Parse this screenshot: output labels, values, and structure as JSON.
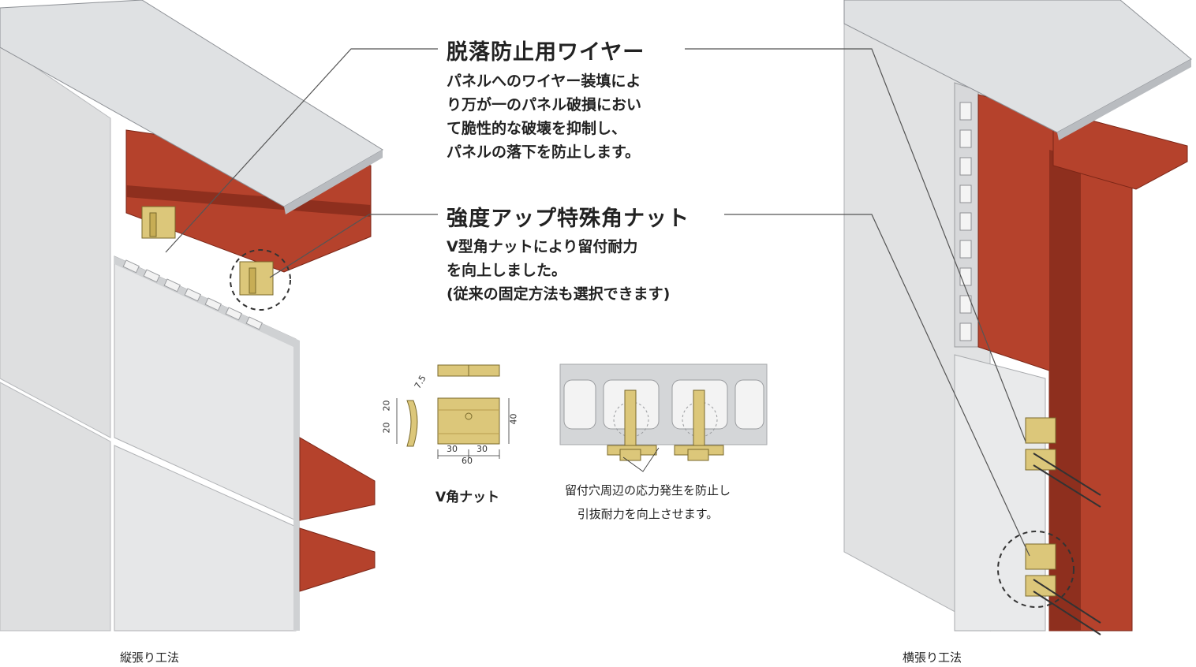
{
  "callout_wire": {
    "title": "脱落防止用ワイヤー",
    "body": "パネルへのワイヤー装填によ\nり万が一のパネル破損におい\nて脆性的な破壊を抑制し、\nパネルの落下を防止します。"
  },
  "callout_nut": {
    "title": "強度アップ特殊角ナット",
    "body": "V型角ナットにより留付耐力\nを向上しました。\n(従来の固定方法も選択できます)"
  },
  "nut_detail": {
    "label": "V角ナット",
    "dims": {
      "top_a": "20",
      "top_b": "20",
      "height": "40",
      "left": "30",
      "right": "30",
      "width": "60",
      "tilt": "7.5"
    }
  },
  "section_detail": {
    "note": "留付穴周辺の応力発生を防止し\n引抜耐力を向上させます。"
  },
  "captions": {
    "vertical": "縦張り工法",
    "horizontal": "横張り工法"
  },
  "colors": {
    "steel": "#b5422c",
    "steel_dark": "#8e2f1e",
    "panel": "#e3e4e5",
    "panel_edge": "#b8babd",
    "nut": "#dcc77a",
    "line": "#555555"
  }
}
